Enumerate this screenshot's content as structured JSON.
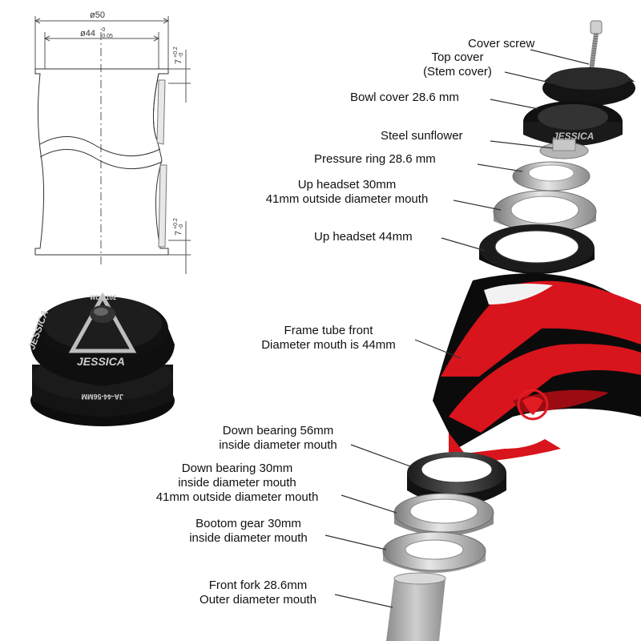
{
  "drawing": {
    "dim_outer": "ø50",
    "dim_inner": "ø44",
    "dim_inner_tol_upper": "-0",
    "dim_inner_tol_lower": "-0.05",
    "height_top": "7",
    "height_top_tol_upper": "+0.2",
    "height_top_tol_lower": "-0",
    "height_bottom": "7",
    "height_bottom_tol_upper": "+0.2",
    "height_bottom_tol_lower": "-0"
  },
  "product": {
    "brand": "JESSICA",
    "model": "WD-1102",
    "size_code": "JA-44-56MM",
    "colors": {
      "body": "#111111",
      "text": "#cfcfcf",
      "frame_red": "#d8141c",
      "frame_black": "#0b0b0b"
    }
  },
  "labels": {
    "cover_screw": "Cover screw",
    "top_cover_line1": "Top cover",
    "top_cover_line2": "(Stem cover)",
    "bowl_cover": "Bowl cover 28.6 mm",
    "steel_sunflower": "Steel sunflower",
    "pressure_ring": "Pressure ring 28.6 mm",
    "up_headset_30_line1": "Up headset 30mm",
    "up_headset_30_line2": "41mm outside diameter mouth",
    "up_headset_44": "Up headset 44mm",
    "frame_tube_line1": "Frame tube front",
    "frame_tube_line2": "Diameter mouth is 44mm",
    "down_bearing_56_line1": "Down bearing 56mm",
    "down_bearing_56_line2": "inside diameter mouth",
    "down_bearing_30_line1": "Down bearing 30mm",
    "down_bearing_30_line2": "inside diameter mouth",
    "down_bearing_30_line3": "41mm outside diameter mouth",
    "bottom_gear_line1": "Bootom gear 30mm",
    "bottom_gear_line2": "inside diameter mouth",
    "front_fork_line1": "Front fork 28.6mm",
    "front_fork_line2": "Outer diameter mouth"
  }
}
